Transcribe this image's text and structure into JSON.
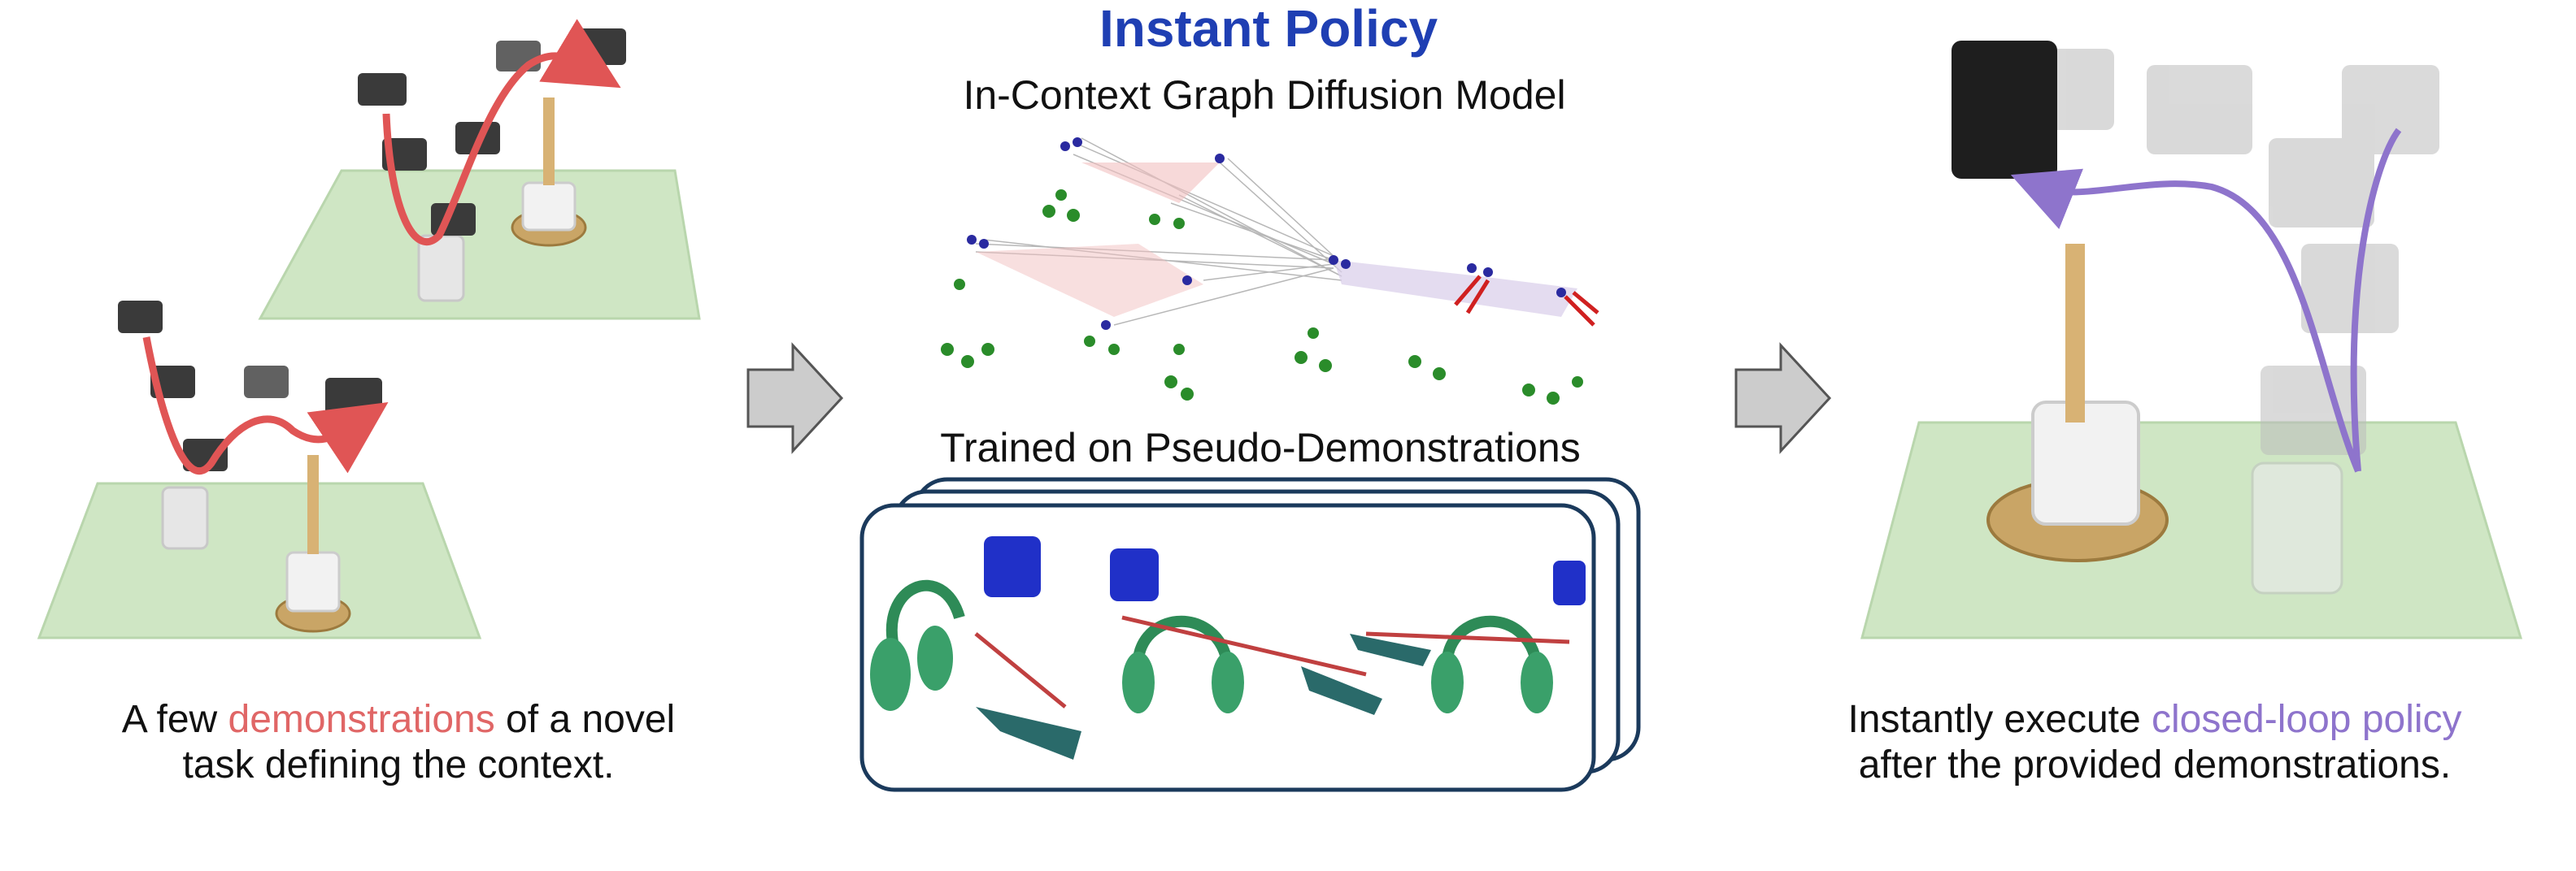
{
  "title": "Instant Policy",
  "graph_model_label": "In-Context Graph Diffusion Model",
  "training_label": "Trained on Pseudo-Demonstrations",
  "left_caption": {
    "part1": "A few ",
    "highlight": "demonstrations",
    "part2": " of a novel",
    "line2": "task defining the context."
  },
  "right_caption": {
    "part1": "Instantly execute ",
    "highlight": "closed-loop policy",
    "line2": "after the provided demonstrations."
  },
  "colors": {
    "title": "#1f3fb3",
    "demo_highlight": "#e06666",
    "policy_highlight": "#8e74cc",
    "table": "#cfe6c4",
    "card_border": "#1b3a5c"
  }
}
